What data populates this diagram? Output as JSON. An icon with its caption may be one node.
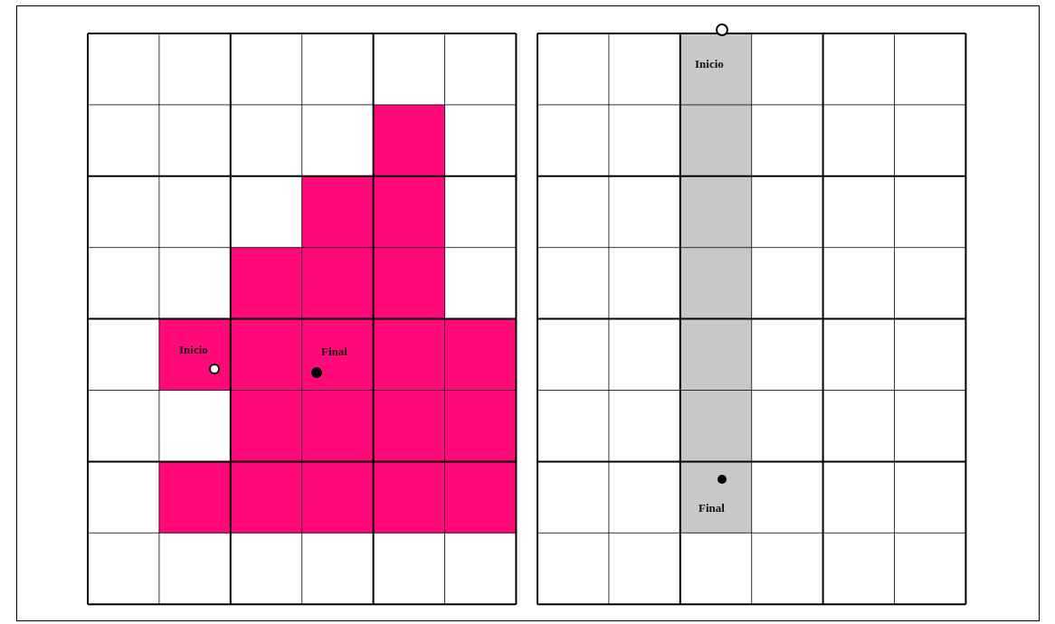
{
  "diagram": {
    "labels": [
      "Inicio",
      "Final",
      "Inicio",
      "Final"
    ]
  }
}
